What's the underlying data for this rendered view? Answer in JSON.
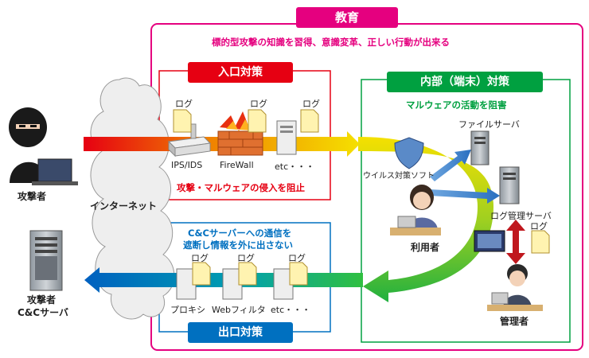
{
  "education": {
    "title": "教育",
    "subtitle": "標的型攻撃の知識を習得、意識変革、正しい行動が出来る"
  },
  "entry": {
    "title": "入口対策",
    "caption": "攻撃・マルウェアの侵入を阻止",
    "items": [
      "IPS/IDS",
      "FireWall",
      "etc・・・"
    ],
    "log_labels": [
      "ログ",
      "ログ",
      "ログ"
    ]
  },
  "internal": {
    "title": "内部（端末）対策",
    "caption": "マルウェアの活動を阻害",
    "antivirus": "ウイルス対策ソフト",
    "file_server": "ファイルサーバ",
    "log_server": "ログ管理サーバ",
    "log_label": "ログ",
    "user": "利用者",
    "admin": "管理者"
  },
  "exit": {
    "title": "出口対策",
    "caption_line1": "C&Cサーバーへの通信を",
    "caption_line2": "遮断し情報を外に出さない",
    "items": [
      "プロキシ",
      "Webフィルタ",
      "etc・・・"
    ],
    "log_labels": [
      "ログ",
      "ログ",
      "ログ"
    ]
  },
  "internet": "インターネット",
  "attacker": "攻撃者",
  "cc_server_line1": "攻撃者",
  "cc_server_line2": "C&Cサーバ",
  "colors": {
    "education": "#e5007f",
    "entry": "#e60012",
    "internal": "#00a040",
    "exit": "#0070c0"
  }
}
